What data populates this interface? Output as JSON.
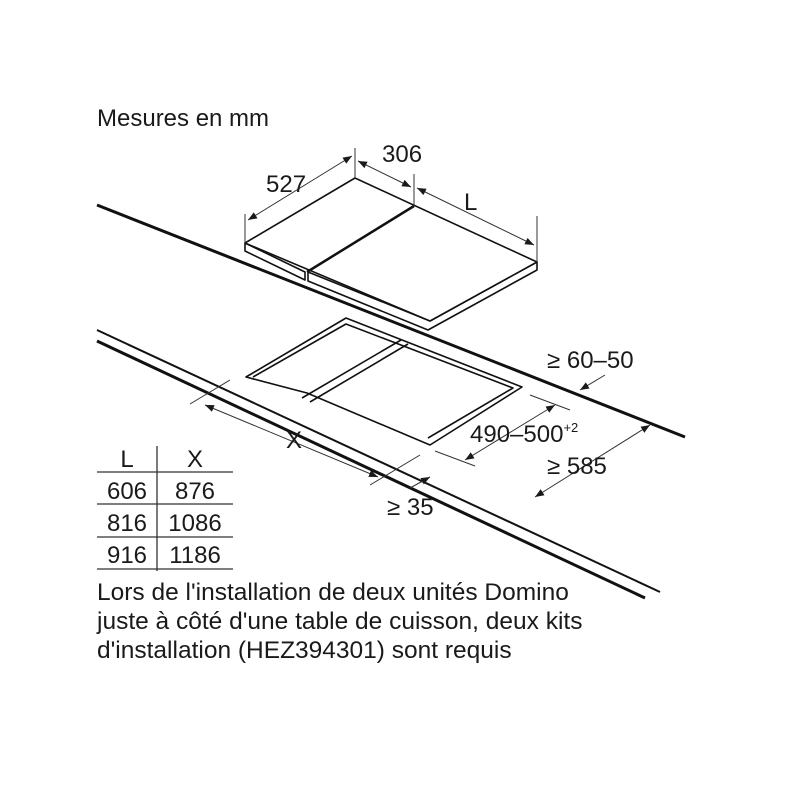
{
  "title": "Mesures en mm",
  "dimensions": {
    "depth": "527",
    "domino_width": "306",
    "width_L": "L",
    "back_clearance": "≥ 60–50",
    "cutout_depth": "490–500",
    "cutout_tolerance": "+2",
    "counter_depth": "≥ 585",
    "front_clearance": "≥ 35",
    "cutout_width_X": "X"
  },
  "table": {
    "headers": [
      "L",
      "X"
    ],
    "rows": [
      [
        "606",
        "876"
      ],
      [
        "816",
        "1086"
      ],
      [
        "916",
        "1186"
      ]
    ]
  },
  "note": [
    "Lors de l'installation de deux unités Domino",
    "juste à côté d'une table de cuisson, deux kits",
    "d'installation (HEZ394301) sont requis"
  ]
}
